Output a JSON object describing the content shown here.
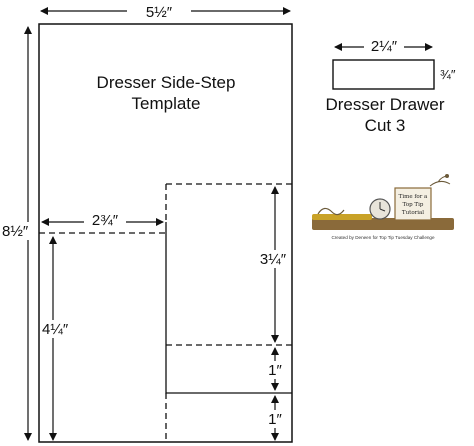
{
  "template": {
    "title_line1": "Dresser Side-Step",
    "title_line2": "Template",
    "width_label": "5½″",
    "height_label": "8½″",
    "step_width_label": "2¾″",
    "left_height_label": "4¼″",
    "step_height_label": "3¼″",
    "lower_gap_label": "1″",
    "bottom_gap_label": "1″"
  },
  "drawer": {
    "width_label": "2¼″",
    "height_label": "¾″",
    "title_line1": "Dresser Drawer",
    "title_line2": "Cut 3"
  },
  "logo": {
    "sign_line1": "Time for a",
    "sign_line2": "Top Tip",
    "sign_line3": "Tutorial",
    "credit": "Created by Deneen for Top Tip Tuesday Challenge"
  },
  "colors": {
    "lines": "#111111",
    "logo_gold": "#c9a227",
    "logo_wood": "#8a6a3a"
  }
}
